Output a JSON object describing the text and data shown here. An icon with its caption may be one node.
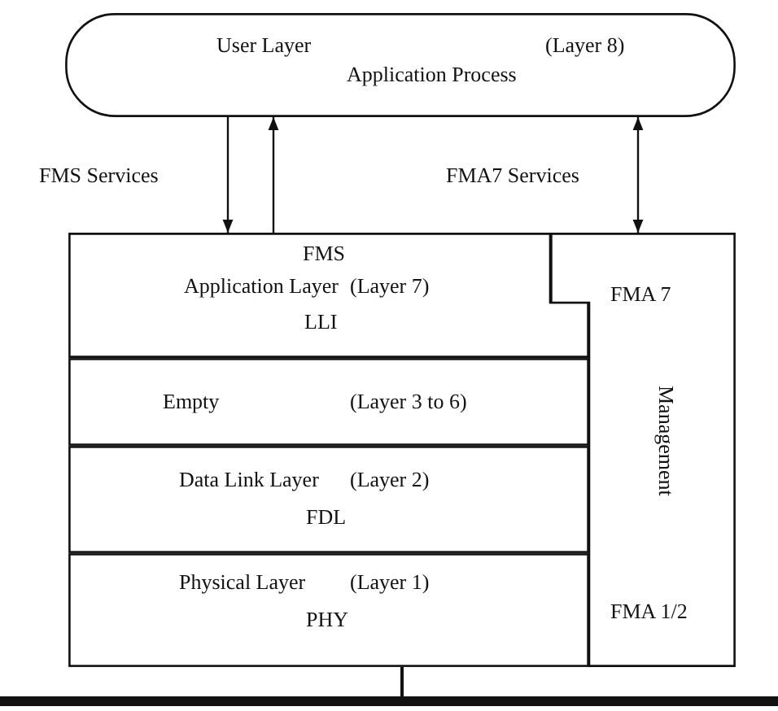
{
  "diagram": {
    "nodes": [
      {
        "text": [
          "User Layer",
          "(Layer 8)",
          "Application Process"
        ]
      },
      {
        "text": [
          "FMS",
          "Application Layer",
          "(Layer 7)",
          "LLI"
        ]
      },
      {
        "text": [
          "Empty",
          "(Layer 3 to 6)"
        ]
      },
      {
        "text": [
          "Data Link Layer",
          "(Layer 2)",
          "FDL"
        ]
      },
      {
        "text": [
          "Physical Layer",
          "(Layer 1)",
          "PHY"
        ]
      },
      {
        "text": [
          "FMA 7",
          "Management",
          "FMA 1/2"
        ]
      },
      {
        "text": [],
        "shape": "bar"
      }
    ],
    "edges": [
      {
        "from": 0,
        "to": 1,
        "arrow": "to"
      },
      {
        "from": 1,
        "to": 0,
        "arrow": "to"
      },
      {
        "from": 0,
        "to": 5,
        "arrow": "both"
      },
      {
        "from": 4,
        "to": 6,
        "arrow": "none"
      }
    ],
    "labels": [
      "FMS Services",
      "FMA7 Services"
    ]
  }
}
